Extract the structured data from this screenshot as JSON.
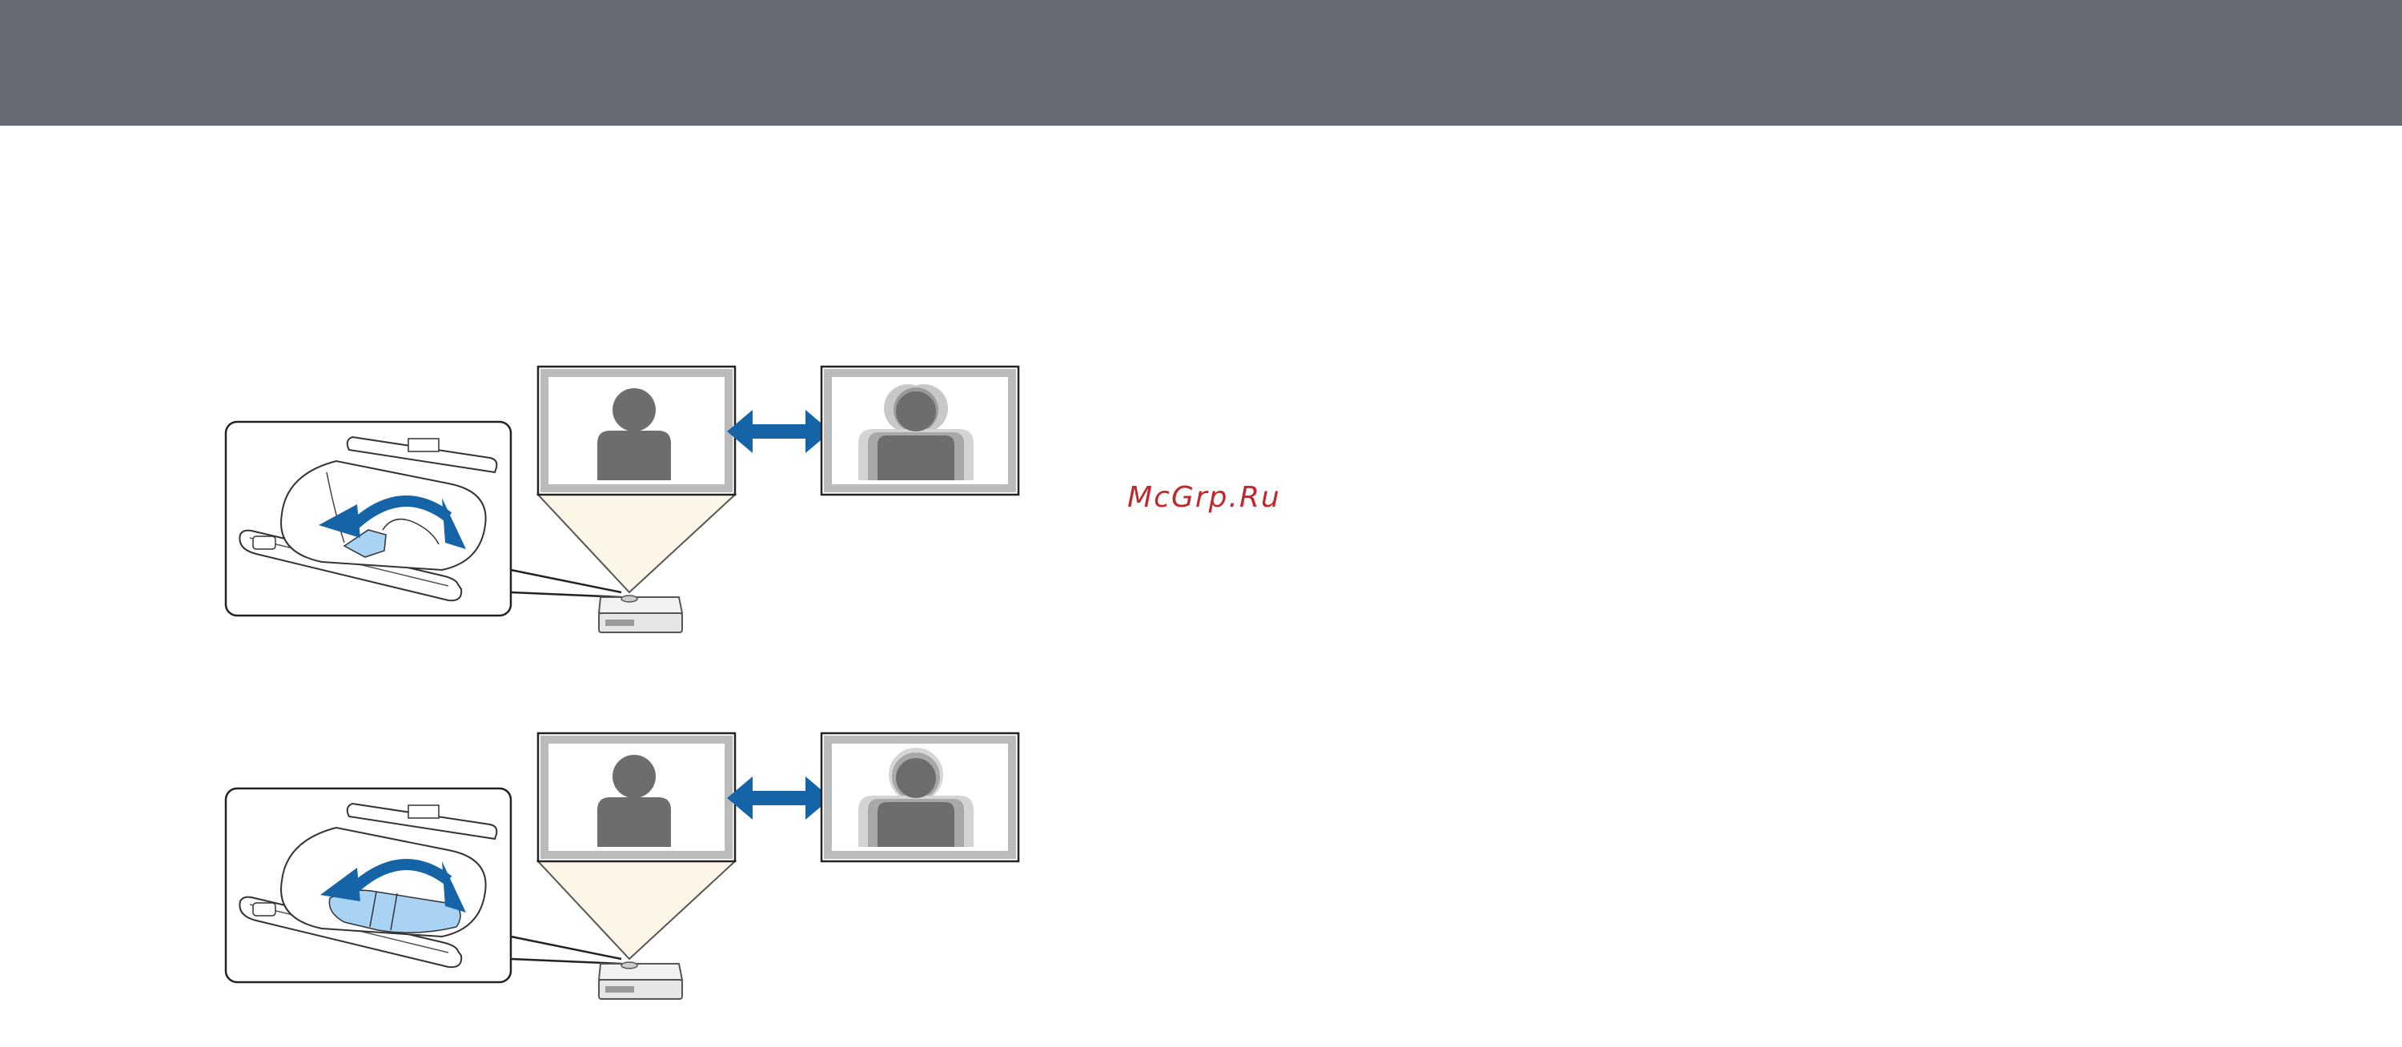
{
  "colors": {
    "header": "#686a73",
    "arrow": "#1564a8",
    "figure": "#6d6d6d",
    "ring_highlight": "#a9d3f5",
    "beam": "#fdf6e6",
    "watermark": "#c0282c"
  },
  "watermark": {
    "text": "McGrp.Ru"
  },
  "diagrams": [
    {
      "id": "focus-adjustment",
      "icons": [
        "projector-icon",
        "focus-ring-icon",
        "double-arrow-icon",
        "person-sharp-icon",
        "person-blurred-icon"
      ]
    },
    {
      "id": "zoom-adjustment",
      "icons": [
        "projector-icon",
        "zoom-ring-icon",
        "double-arrow-icon",
        "person-sharp-icon",
        "person-blurred-icon"
      ]
    }
  ]
}
